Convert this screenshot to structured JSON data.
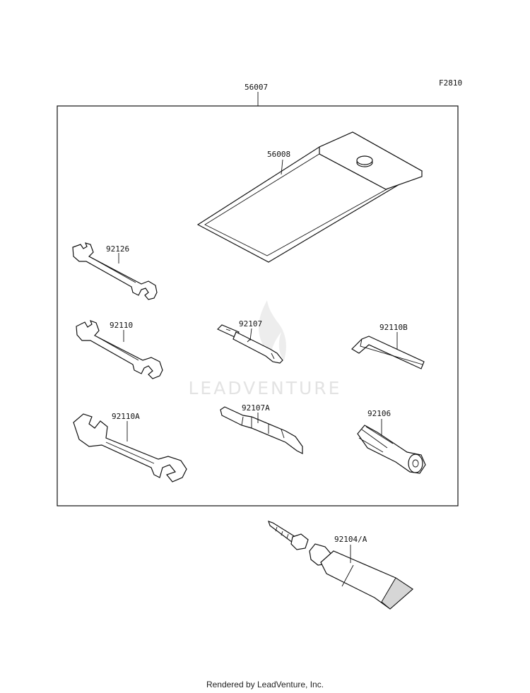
{
  "diagram": {
    "figure_code": "F2810",
    "parts": [
      {
        "id": "kit",
        "number": "56007"
      },
      {
        "id": "tool-case",
        "number": "56008"
      },
      {
        "id": "wrench-1",
        "number": "92126"
      },
      {
        "id": "wrench-2",
        "number": "92110"
      },
      {
        "id": "wrench-3",
        "number": "92110A"
      },
      {
        "id": "screwdriver-bit",
        "number": "92107"
      },
      {
        "id": "screwdriver-bit-double",
        "number": "92107A"
      },
      {
        "id": "hex-key",
        "number": "92110B"
      },
      {
        "id": "screwdriver-handle",
        "number": "92106"
      },
      {
        "id": "grease-tube",
        "number": "92104/A"
      }
    ]
  },
  "watermark": "LEADVENTURE",
  "footer": "Rendered by LeadVenture, Inc."
}
